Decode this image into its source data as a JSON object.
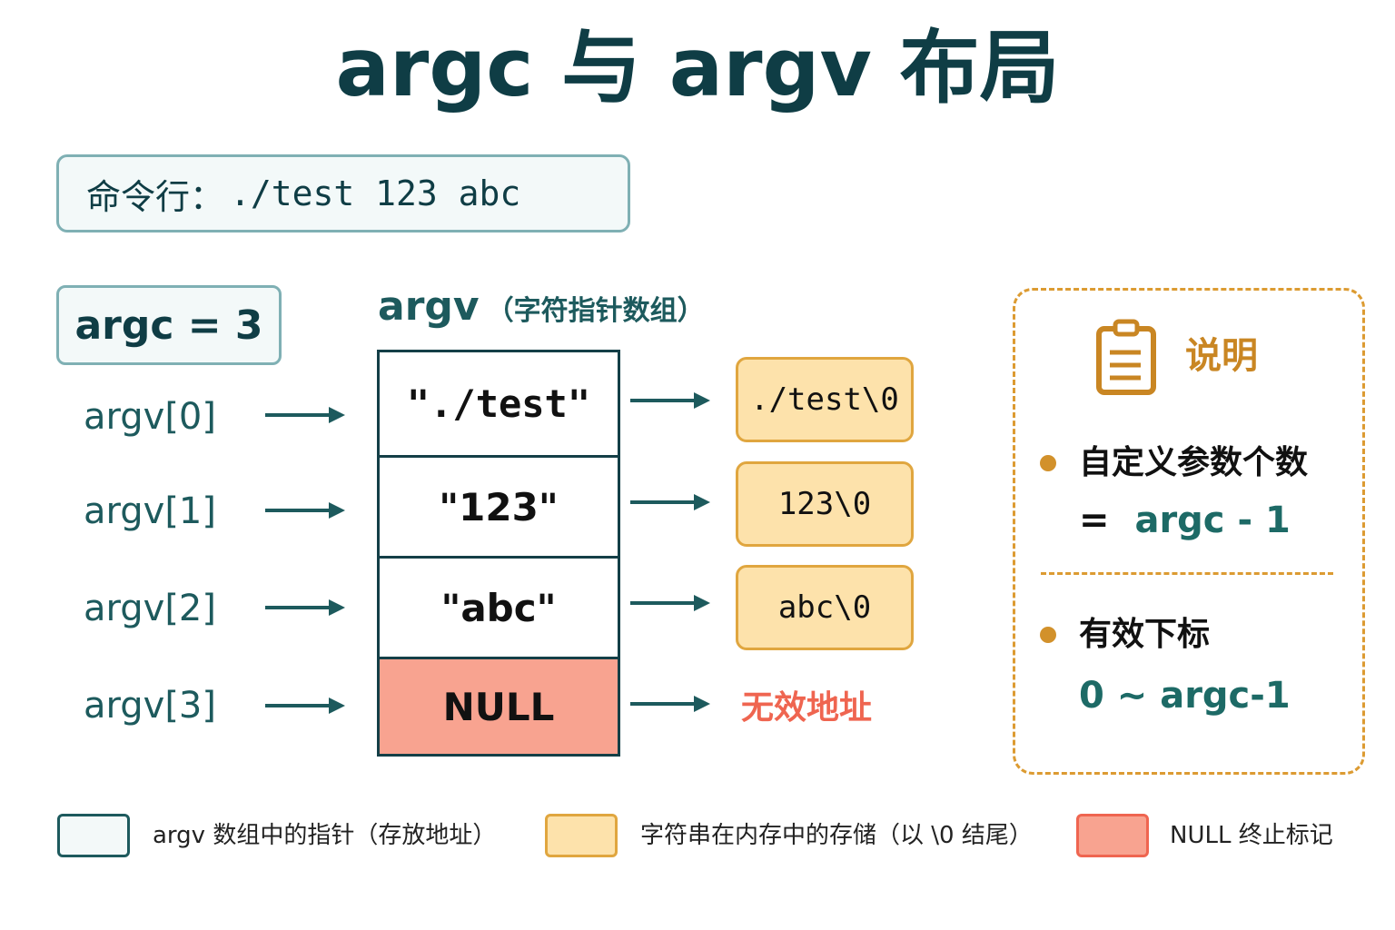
{
  "title": "argc 与 argv 布局",
  "command_line": {
    "label": "命令行：",
    "value": "./test 123 abc"
  },
  "argc_box": "argc = 3",
  "argv_header": {
    "name": "argv",
    "caption": "（字符指针数组）"
  },
  "indices": [
    "argv[0]",
    "argv[1]",
    "argv[2]",
    "argv[3]"
  ],
  "argv_cells": [
    "\"./test\"",
    "\"123\"",
    "\"abc\"",
    "NULL"
  ],
  "strings": [
    "./test\\0",
    "123\\0",
    "abc\\0"
  ],
  "invalid_label": "无效地址",
  "notes": {
    "heading": "说明",
    "icon": "clipboard-icon",
    "item1_text": "自定义参数个数",
    "item1_eq": "=",
    "item1_code": "argc - 1",
    "item2_text": "有效下标",
    "item2_code": "0 ~ argc-1"
  },
  "legend": [
    {
      "label": "argv 数组中的指针（存放地址）",
      "fill": "#f3f9f9",
      "border": "#1d5a5d"
    },
    {
      "label": "字符串在内存中的存储（以 \\0 结尾）",
      "fill": "#fde2ab",
      "border": "#e0a63f"
    },
    {
      "label": "NULL 终止标记",
      "fill": "#f8a390",
      "border": "#ef6550"
    }
  ],
  "colors": {
    "title": "#0f3d45",
    "teal": "#1d5a5d",
    "string_fill": "#fde2ab",
    "null_fill": "#f8a390",
    "accent_orange": "#d2912b",
    "invalid_red": "#ef6550"
  }
}
